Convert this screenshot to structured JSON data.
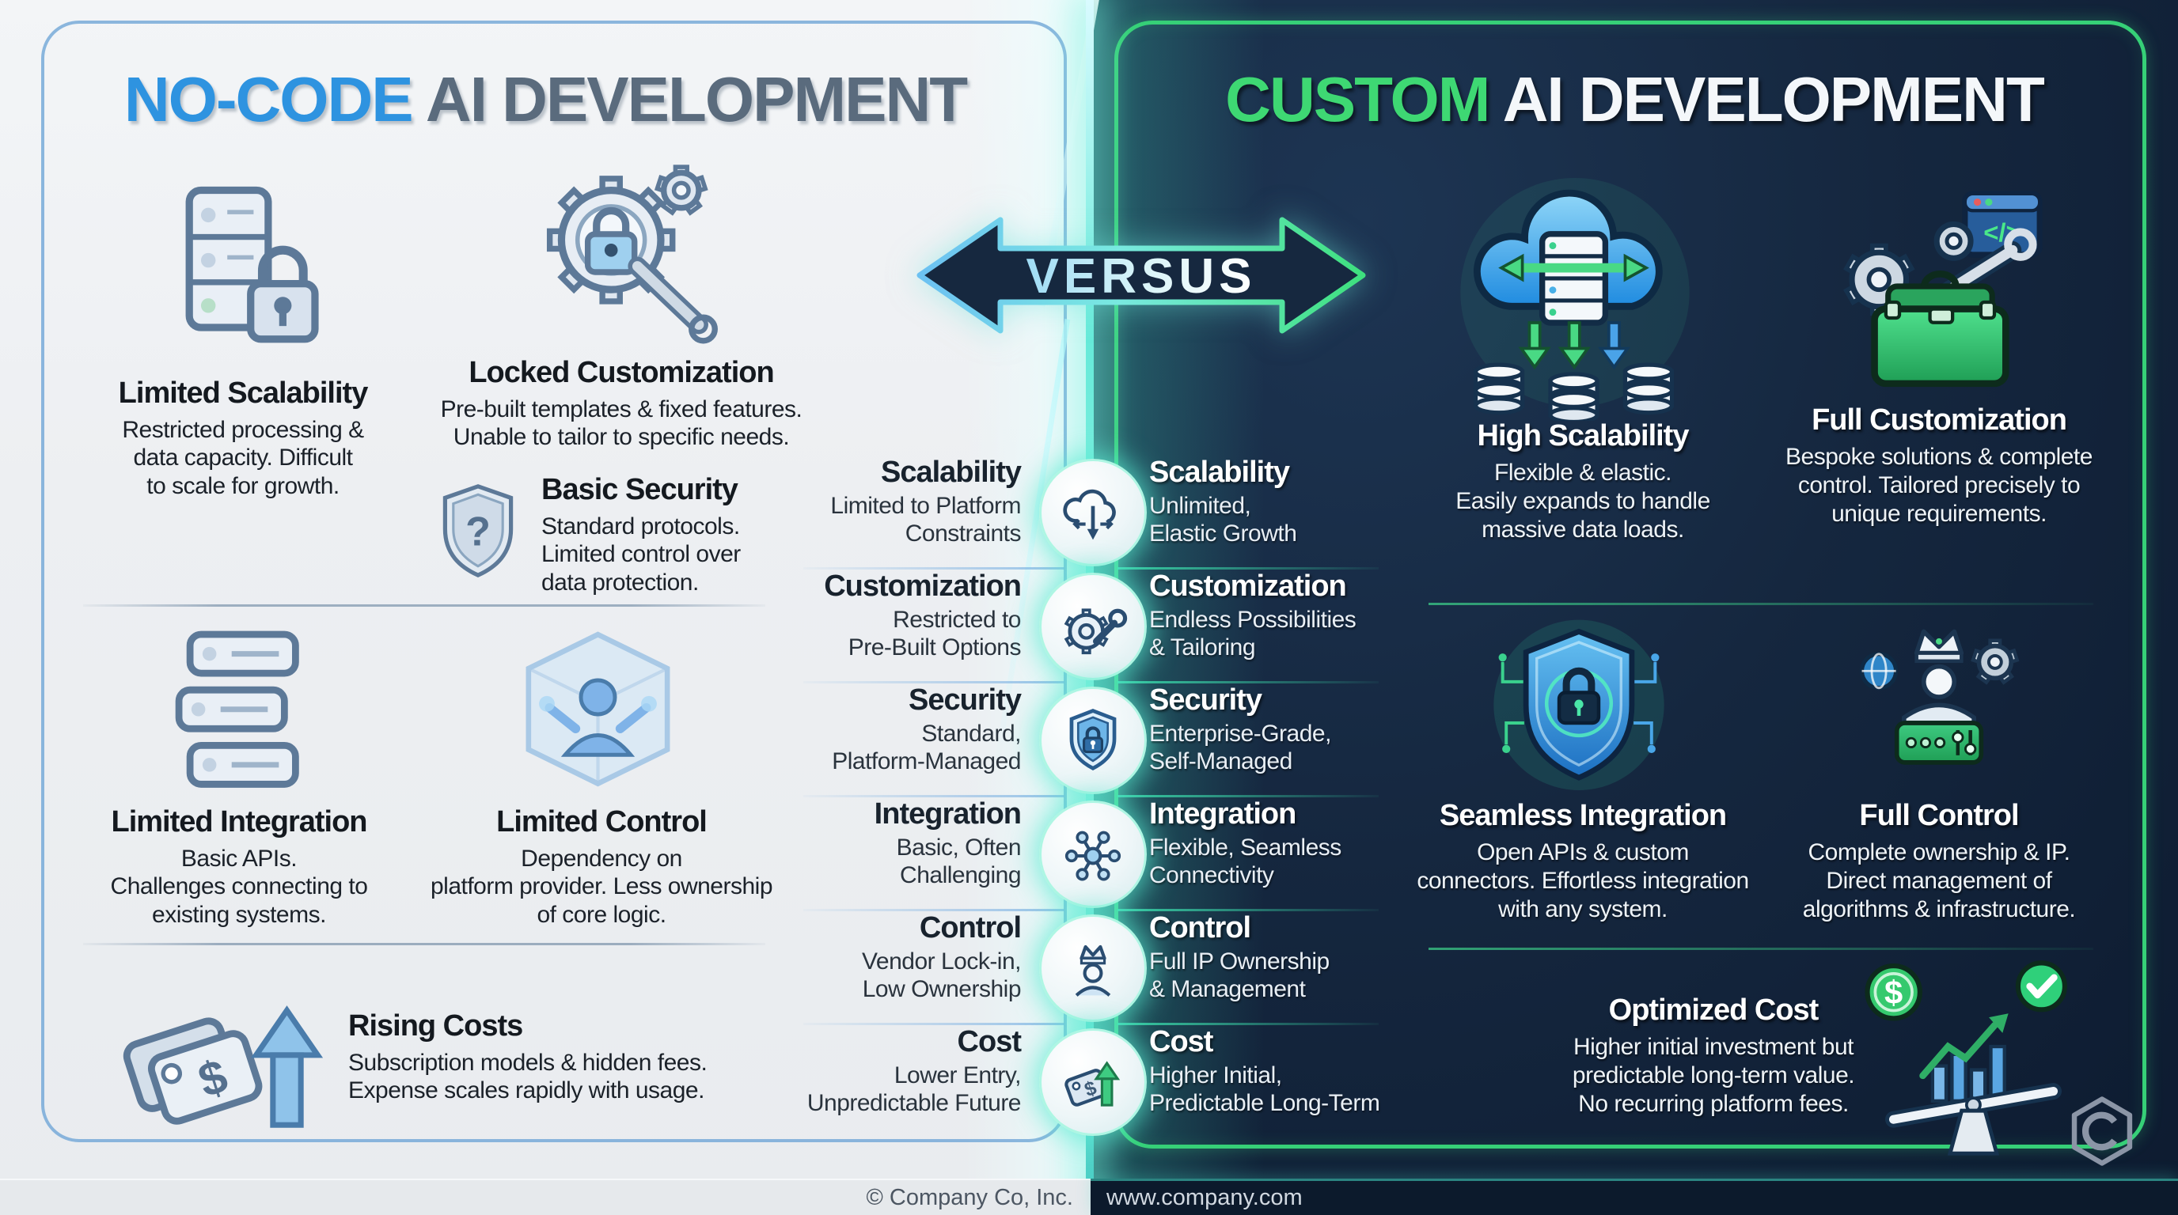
{
  "left_panel": {
    "title_highlight": "NO-CODE",
    "title_rest": " AI DEVELOPMENT",
    "features": {
      "scalability": {
        "title": "Limited Scalability",
        "desc": "Restricted processing &\ndata capacity. Difficult\nto scale for growth."
      },
      "customization": {
        "title": "Locked Customization",
        "desc": "Pre-built templates & fixed features.\nUnable to tailor to specific needs."
      },
      "security": {
        "title": "Basic Security",
        "desc": "Standard protocols.\nLimited control over\ndata protection."
      },
      "integration": {
        "title": "Limited Integration",
        "desc": "Basic APIs.\nChallenges connecting to\nexisting systems."
      },
      "control": {
        "title": "Limited Control",
        "desc": "Dependency on\nplatform provider. Less ownership\nof core logic."
      },
      "cost": {
        "title": "Rising Costs",
        "desc": "Subscription models & hidden fees.\nExpense scales rapidly with usage."
      }
    }
  },
  "right_panel": {
    "title_highlight": "CUSTOM",
    "title_rest": " AI DEVELOPMENT",
    "features": {
      "scalability": {
        "title": "High Scalability",
        "desc": "Flexible & elastic.\nEasily expands to handle\nmassive data loads."
      },
      "customization": {
        "title": "Full Customization",
        "desc": "Bespoke solutions & complete\ncontrol. Tailored precisely to\nunique requirements."
      },
      "integration": {
        "title": "Seamless Integration",
        "desc": "Open APIs & custom\nconnectors. Effortless integration\nwith any system."
      },
      "control": {
        "title": "Full Control",
        "desc": "Complete ownership & IP.\nDirect management of\nalgorithms & infrastructure."
      },
      "cost": {
        "title": "Optimized Cost",
        "desc": "Higher initial investment but\npredictable long-term value.\nNo recurring platform fees."
      }
    }
  },
  "versus_label": "VERSUS",
  "comparison_rows": [
    {
      "left_title": "Scalability",
      "left_value": "Limited to Platform\nConstraints",
      "right_title": "Scalability",
      "right_value": "Unlimited,\nElastic Growth",
      "icon": "cloud-scaling-icon"
    },
    {
      "left_title": "Customization",
      "left_value": "Restricted to\nPre-Built Options",
      "right_title": "Customization",
      "right_value": "Endless Possibilities\n& Tailoring",
      "icon": "gear-wrench-icon"
    },
    {
      "left_title": "Security",
      "left_value": "Standard,\nPlatform-Managed",
      "right_title": "Security",
      "right_value": "Enterprise-Grade,\nSelf-Managed",
      "icon": "shield-lock-icon"
    },
    {
      "left_title": "Integration",
      "left_value": "Basic, Often\nChallenging",
      "right_title": "Integration",
      "right_value": "Flexible, Seamless\nConnectivity",
      "icon": "network-hub-icon"
    },
    {
      "left_title": "Control",
      "left_value": "Vendor Lock-in,\nLow Ownership",
      "right_title": "Control",
      "right_value": "Full IP Ownership\n& Management",
      "icon": "person-crown-icon"
    },
    {
      "left_title": "Cost",
      "left_value": "Lower Entry,\nUnpredictable Future",
      "right_title": "Cost",
      "right_value": "Higher Initial,\nPredictable Long-Term",
      "icon": "price-tag-up-icon"
    }
  ],
  "footer": {
    "copyright": "© Company Co, Inc.",
    "website": "www.company.com"
  },
  "glyphs": {
    "question": "?",
    "dollar": "$",
    "code": "</>"
  },
  "colors": {
    "accent_blue": "#2e93e0",
    "accent_green": "#3ed873",
    "dark_bg": "#13233c",
    "light_bg": "#edeff2",
    "beam_teal": "#66ead9"
  }
}
